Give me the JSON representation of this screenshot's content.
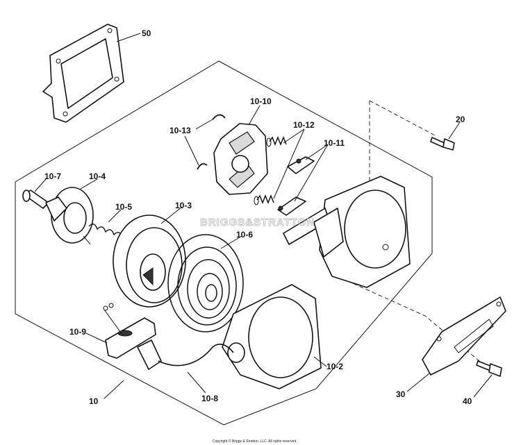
{
  "callouts": {
    "p50": "50",
    "p10_10": "10-10",
    "p10_12": "10-12",
    "p10_13": "10-13",
    "p10_11": "10-11",
    "p20": "20",
    "p10_7": "10-7",
    "p10_4": "10-4",
    "p10_5": "10-5",
    "p10_3": "10-3",
    "p10_6": "10-6",
    "p10_9": "10-9",
    "p10_2": "10-2",
    "p10_8": "10-8",
    "p10": "10",
    "p30": "30",
    "p40": "40"
  },
  "watermark": "BRIGGS&STRATTON",
  "copyright": "Copyright © Briggs & Stratton, LLC. All rights reserved."
}
